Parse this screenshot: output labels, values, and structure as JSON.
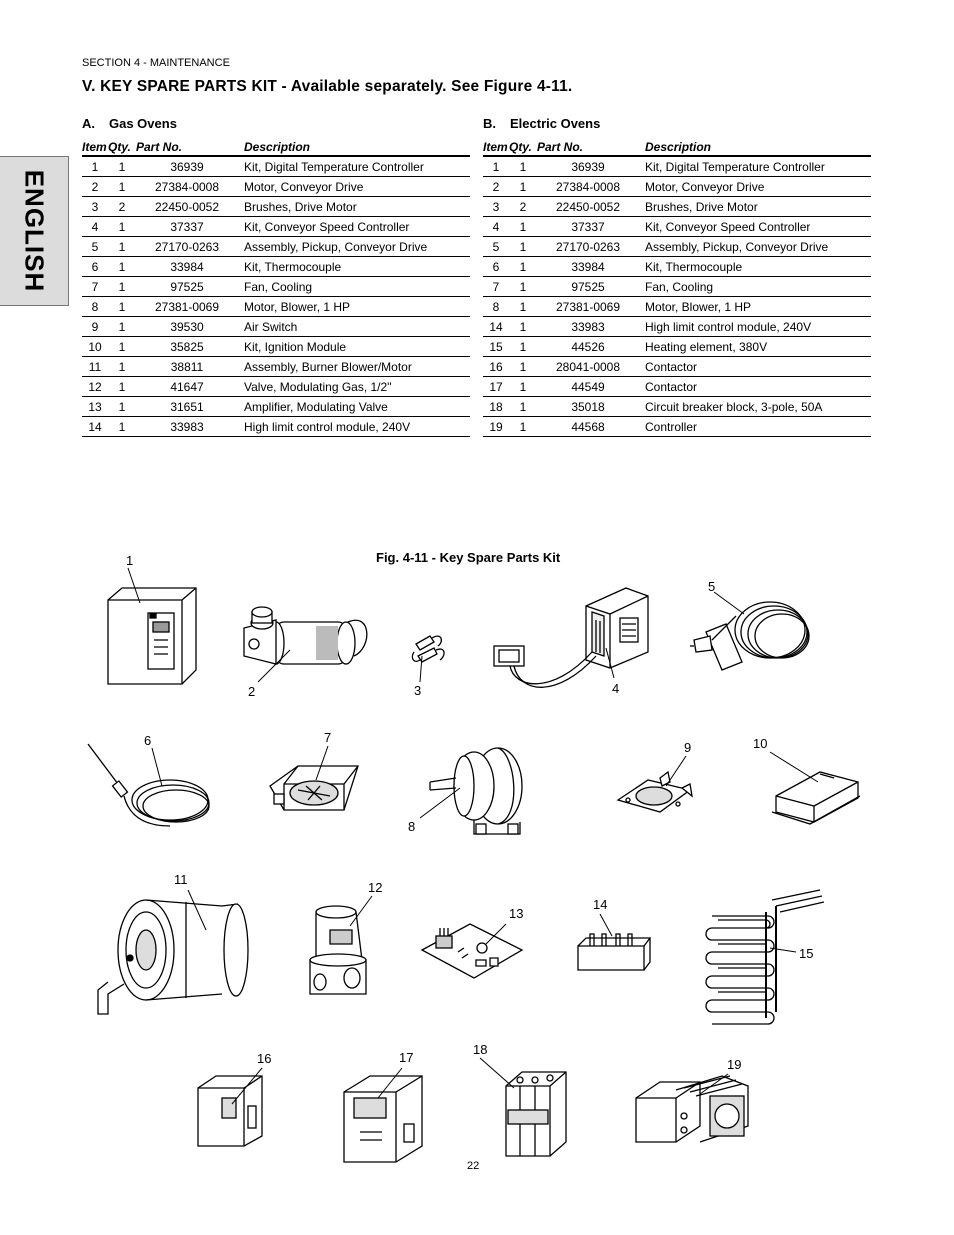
{
  "header": {
    "section": "SECTION 4 - MAINTENANCE",
    "title": "V.  KEY SPARE PARTS KIT - Available separately.  See Figure 4-11."
  },
  "side_tab": {
    "label": "ENGLISH"
  },
  "tables": {
    "columns": {
      "item": "Item",
      "qty": "Qty.",
      "part": "Part  No.",
      "desc": "Description"
    },
    "gas": {
      "letter": "A.",
      "title": "Gas Ovens",
      "rows": [
        {
          "item": "1",
          "qty": "1",
          "part": "36939",
          "desc": "Kit, Digital Temperature Controller"
        },
        {
          "item": "2",
          "qty": "1",
          "part": "27384-0008",
          "desc": "Motor, Conveyor Drive"
        },
        {
          "item": "3",
          "qty": "2",
          "part": "22450-0052",
          "desc": "Brushes, Drive Motor"
        },
        {
          "item": "4",
          "qty": "1",
          "part": "37337",
          "desc": "Kit, Conveyor Speed Controller"
        },
        {
          "item": "5",
          "qty": "1",
          "part": "27170-0263",
          "desc": "Assembly, Pickup, Conveyor Drive"
        },
        {
          "item": "6",
          "qty": "1",
          "part": "33984",
          "desc": "Kit, Thermocouple"
        },
        {
          "item": "7",
          "qty": "1",
          "part": "97525",
          "desc": "Fan, Cooling"
        },
        {
          "item": "8",
          "qty": "1",
          "part": "27381-0069",
          "desc": "Motor, Blower, 1 HP"
        },
        {
          "item": "9",
          "qty": "1",
          "part": "39530",
          "desc": "Air  Switch"
        },
        {
          "item": "10",
          "qty": "1",
          "part": "35825",
          "desc": "Kit, Ignition Module"
        },
        {
          "item": "11",
          "qty": "1",
          "part": "38811",
          "desc": "Assembly,  Burner  Blower/Motor"
        },
        {
          "item": "12",
          "qty": "1",
          "part": "41647",
          "desc": "Valve, Modulating Gas, 1/2\""
        },
        {
          "item": "13",
          "qty": "1",
          "part": "31651",
          "desc": "Amplifier, Modulating Valve"
        },
        {
          "item": "14",
          "qty": "1",
          "part": "33983",
          "desc": "High limit control module, 240V"
        }
      ]
    },
    "electric": {
      "letter": "B.",
      "title": "Electric Ovens",
      "rows": [
        {
          "item": "1",
          "qty": "1",
          "part": "36939",
          "desc": "Kit, Digital Temperature Controller"
        },
        {
          "item": "2",
          "qty": "1",
          "part": "27384-0008",
          "desc": "Motor, Conveyor Drive"
        },
        {
          "item": "3",
          "qty": "2",
          "part": "22450-0052",
          "desc": "Brushes, Drive Motor"
        },
        {
          "item": "4",
          "qty": "1",
          "part": "37337",
          "desc": "Kit, Conveyor Speed Controller"
        },
        {
          "item": "5",
          "qty": "1",
          "part": "27170-0263",
          "desc": "Assembly, Pickup, Conveyor Drive"
        },
        {
          "item": "6",
          "qty": "1",
          "part": "33984",
          "desc": "Kit, Thermocouple"
        },
        {
          "item": "7",
          "qty": "1",
          "part": "97525",
          "desc": "Fan, Cooling"
        },
        {
          "item": "8",
          "qty": "1",
          "part": "27381-0069",
          "desc": "Motor, Blower, 1 HP"
        },
        {
          "item": "14",
          "qty": "1",
          "part": "33983",
          "desc": "High limit control module, 240V"
        },
        {
          "item": "15",
          "qty": "1",
          "part": "44526",
          "desc": "Heating element, 380V"
        },
        {
          "item": "16",
          "qty": "1",
          "part": "28041-0008",
          "desc": "Contactor"
        },
        {
          "item": "17",
          "qty": "1",
          "part": "44549",
          "desc": "Contactor"
        },
        {
          "item": "18",
          "qty": "1",
          "part": "35018",
          "desc": "Circuit breaker block, 3-pole, 50A"
        },
        {
          "item": "19",
          "qty": "1",
          "part": "44568",
          "desc": "Controller"
        }
      ]
    }
  },
  "figure": {
    "caption": "Fig. 4-11 - Key Spare Parts Kit",
    "callouts": [
      "1",
      "2",
      "3",
      "4",
      "5",
      "6",
      "7",
      "8",
      "9",
      "10",
      "11",
      "12",
      "13",
      "14",
      "15",
      "16",
      "17",
      "18",
      "19"
    ]
  },
  "footer": {
    "page_number": "22"
  }
}
